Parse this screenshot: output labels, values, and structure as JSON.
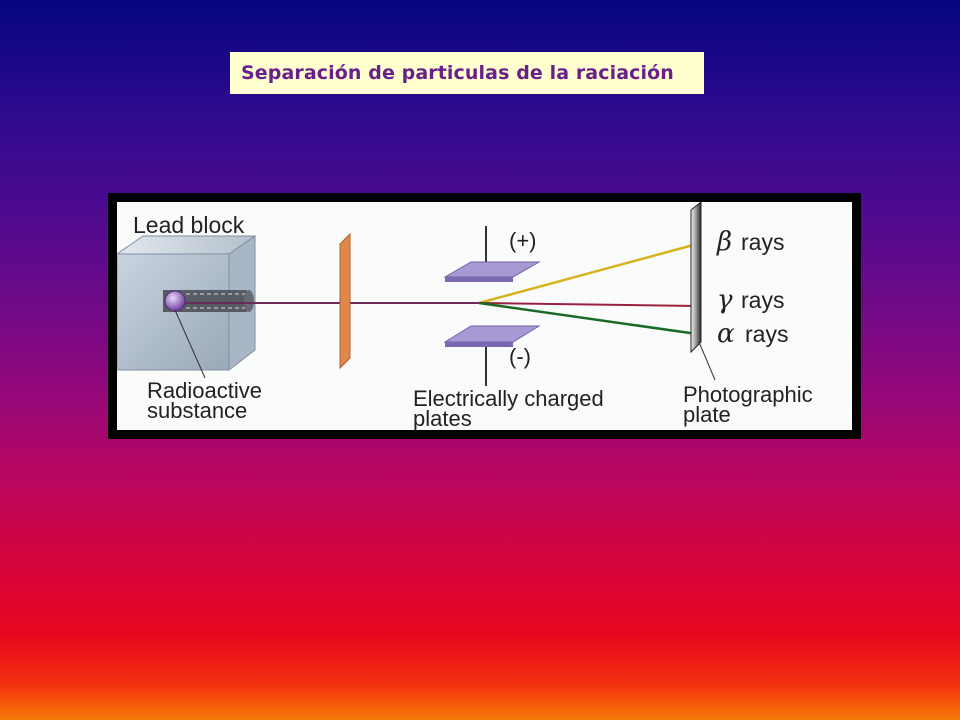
{
  "slide": {
    "title": "Separación de particulas de la raciación"
  },
  "diagram": {
    "lead_block_label": "Lead block",
    "radioactive_label_line1": "Radioactive",
    "radioactive_label_line2": "substance",
    "plus_label": "(+)",
    "minus_label": "(-)",
    "plates_label_line1": "Electrically charged",
    "plates_label_line2": "plates",
    "photo_label_line1": "Photographic",
    "photo_label_line2": "plate",
    "beta_symbol": "β",
    "gamma_symbol": "γ",
    "alpha_symbol": "α",
    "rays_word": "rays",
    "colors": {
      "beta_ray": "#d8b21c",
      "gamma_ray": "#9a2040",
      "alpha_ray": "#1a6a28",
      "main_beam": "#6a2a5a",
      "aperture": "#e0874a",
      "charged_plate": "#9a8ac8",
      "lead_block": "#b8c6d4"
    }
  }
}
